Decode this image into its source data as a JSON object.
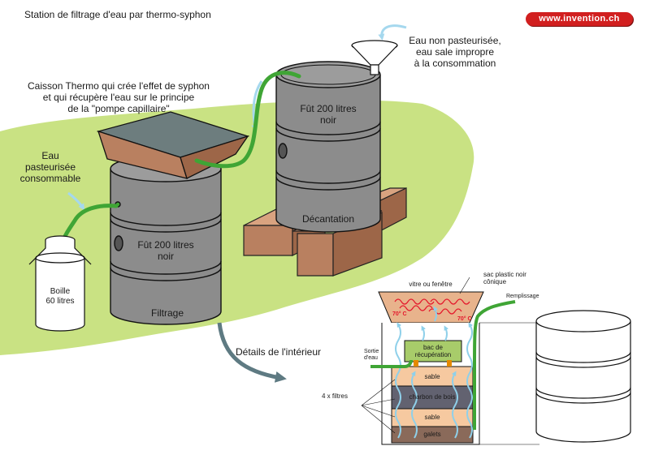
{
  "title": "Station de filtrage d'eau par thermo-syphon",
  "brand": "www.invention.ch",
  "labels": {
    "caisson_line1": "Caisson Thermo qui crée l'effet de syphon",
    "caisson_line2": "et qui récupère l'eau sur le principe",
    "caisson_line3": "de la \"pompe capillaire\"",
    "dirty_line1": "Eau non pasteurisée,",
    "dirty_line2": "eau sale impropre",
    "dirty_line3": "à la consommation",
    "clean_line1": "Eau",
    "clean_line2": "pasteurisée",
    "clean_line3": "consommable",
    "barrel_right_line1": "Fût 200 litres",
    "barrel_right_line2": "noir",
    "decantation": "Décantation",
    "barrel_left_line1": "Fût 200 litres",
    "barrel_left_line2": "noir",
    "filtrage": "Filtrage",
    "can_line1": "Boille",
    "can_line2": "60 litres",
    "details": "Détails de l'intérieur"
  },
  "detail": {
    "vitre": "vitre ou fenêtre",
    "sac_line1": "sac plastic noir",
    "sac_line2": "cônique",
    "remplissage": "Remplissage",
    "temp_left": "70° C",
    "temp_right": "70° C",
    "bac_line1": "bac de",
    "bac_line2": "récupération",
    "sortie_line1": "Sortie",
    "sortie_line2": "d'eau",
    "filtres": "4 x filtres",
    "layer_sable_top": "sable",
    "layer_charbon": "charbon de bois",
    "layer_sable_bottom": "sable",
    "layer_galets": "galets"
  },
  "colors": {
    "grass": "#c9e283",
    "barrel": "#8c8c8c",
    "pipe": "#3fa535",
    "arrow_blue": "#a5d8ee",
    "arrow_grey": "#5e7a82",
    "brick": "#b98060",
    "brand": "#d11f1f"
  }
}
